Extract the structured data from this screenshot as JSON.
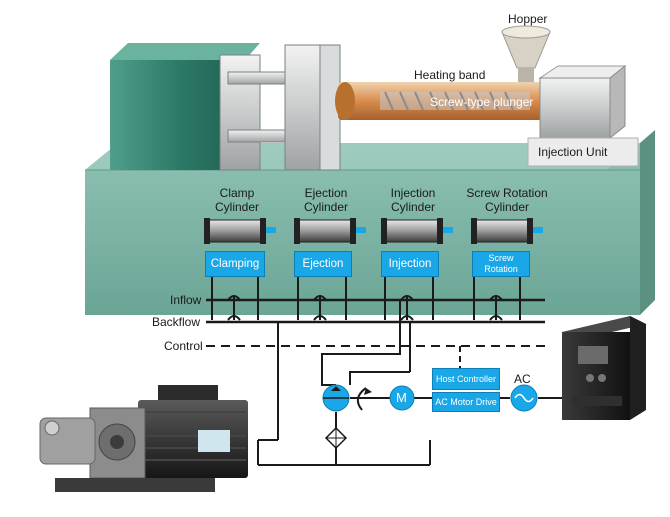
{
  "labels": {
    "hopper": "Hopper",
    "heating_band": "Heating band",
    "screw_plunger": "Screw-type plunger",
    "injection_unit": "Injection Unit",
    "ac": "AC"
  },
  "cylinders": [
    {
      "title_line1": "Clamp",
      "title_line2": "Cylinder",
      "box_label": "Clamping"
    },
    {
      "title_line1": "Ejection",
      "title_line2": "Cylinder",
      "box_label": "Ejection"
    },
    {
      "title_line1": "Injection",
      "title_line2": "Cylinder",
      "box_label": "Injection"
    },
    {
      "title_line1": "Screw Rotation",
      "title_line2": "Cylinder",
      "box_label_line1": "Screw",
      "box_label_line2": "Rotation"
    }
  ],
  "lines": {
    "inflow": "Inflow",
    "backflow": "Backflow",
    "control": "Control"
  },
  "controllers": {
    "host": "Host Controller",
    "drive": "AC Motor Drive"
  },
  "motor_symbol": "M",
  "colors": {
    "machine_base": "#7fb5a8",
    "machine_body": "#2a7868",
    "accent_blue": "#1aa7e8",
    "line": "#1a1a1a"
  }
}
